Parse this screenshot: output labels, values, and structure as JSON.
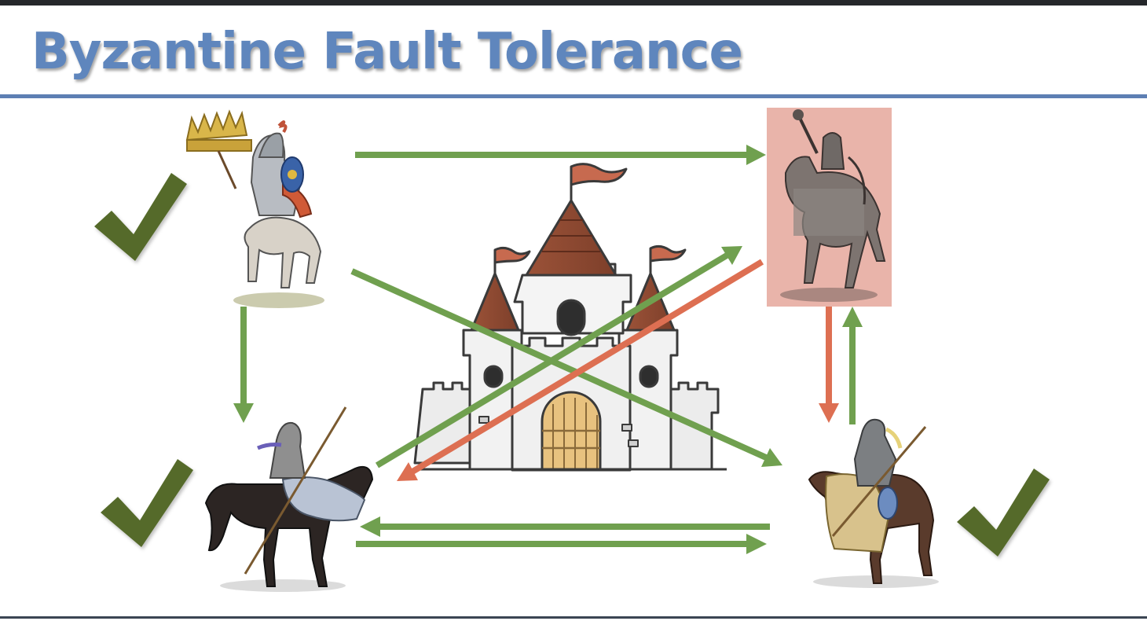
{
  "slide": {
    "title": "Byzantine Fault Tolerance"
  },
  "colors": {
    "title": "#5f86bd",
    "rule": "#5d7fb3",
    "loyal_arrow": "#70a04f",
    "traitor_arrow": "#dd6f52",
    "checkmark": "#556b2a",
    "traitor_highlight": "#e9b4aa"
  },
  "diagram": {
    "center": {
      "icon": "castle-icon"
    },
    "generals": [
      {
        "id": "top-left",
        "icon": "mounted-knight-icon",
        "status": "loyal"
      },
      {
        "id": "top-right",
        "icon": "mounted-knight-icon",
        "status": "traitor"
      },
      {
        "id": "bottom-left",
        "icon": "mounted-knight-icon",
        "status": "loyal"
      },
      {
        "id": "bottom-right",
        "icon": "mounted-knight-icon",
        "status": "loyal"
      }
    ],
    "messages": [
      {
        "from": "top-left",
        "to": "top-right",
        "type": "loyal"
      },
      {
        "from": "top-left",
        "to": "bottom-left",
        "type": "loyal"
      },
      {
        "from": "top-left",
        "to": "bottom-right",
        "type": "loyal"
      },
      {
        "from": "bottom-left",
        "to": "top-right",
        "type": "loyal"
      },
      {
        "from": "top-right",
        "to": "bottom-left",
        "type": "traitor"
      },
      {
        "from": "top-right",
        "to": "bottom-right",
        "type": "traitor"
      },
      {
        "from": "bottom-right",
        "to": "top-right",
        "type": "loyal"
      },
      {
        "from": "bottom-right",
        "to": "bottom-left",
        "type": "loyal"
      },
      {
        "from": "bottom-left",
        "to": "bottom-right",
        "type": "loyal"
      }
    ]
  }
}
